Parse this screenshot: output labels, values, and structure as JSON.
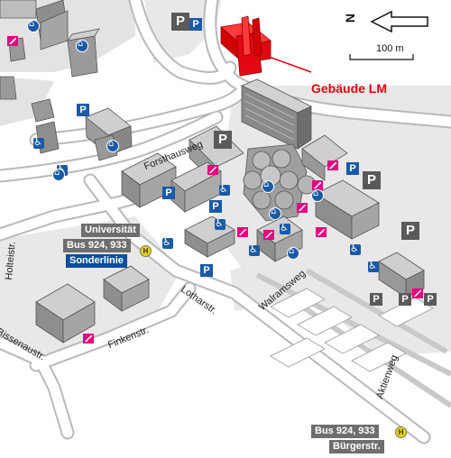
{
  "map": {
    "target_building": "Gebäude LM",
    "scale": "100 m",
    "north_symbol": "N",
    "streets": [
      "Forsthausweg",
      "Holteistr.",
      "Lotharstr.",
      "Finkenstr.",
      "Walramsweg",
      "Aktienweg",
      "Bissenaustr."
    ],
    "bus_stops": [
      {
        "lines": [
          "Universität",
          "Bus 924, 933",
          "Sonderlinie"
        ]
      },
      {
        "lines": [
          "Bus 924, 933",
          "Bürgerstr."
        ]
      }
    ],
    "parking_symbol": "P",
    "bus_stop_symbol": "H",
    "colors": {
      "target": "#e30613",
      "parking": "#5a5a5a",
      "service": "#1a5aa6",
      "wc": "#e6007e",
      "bus_label_gray": "#6d6e70",
      "bus_label_blue": "#0b4f9c"
    }
  }
}
